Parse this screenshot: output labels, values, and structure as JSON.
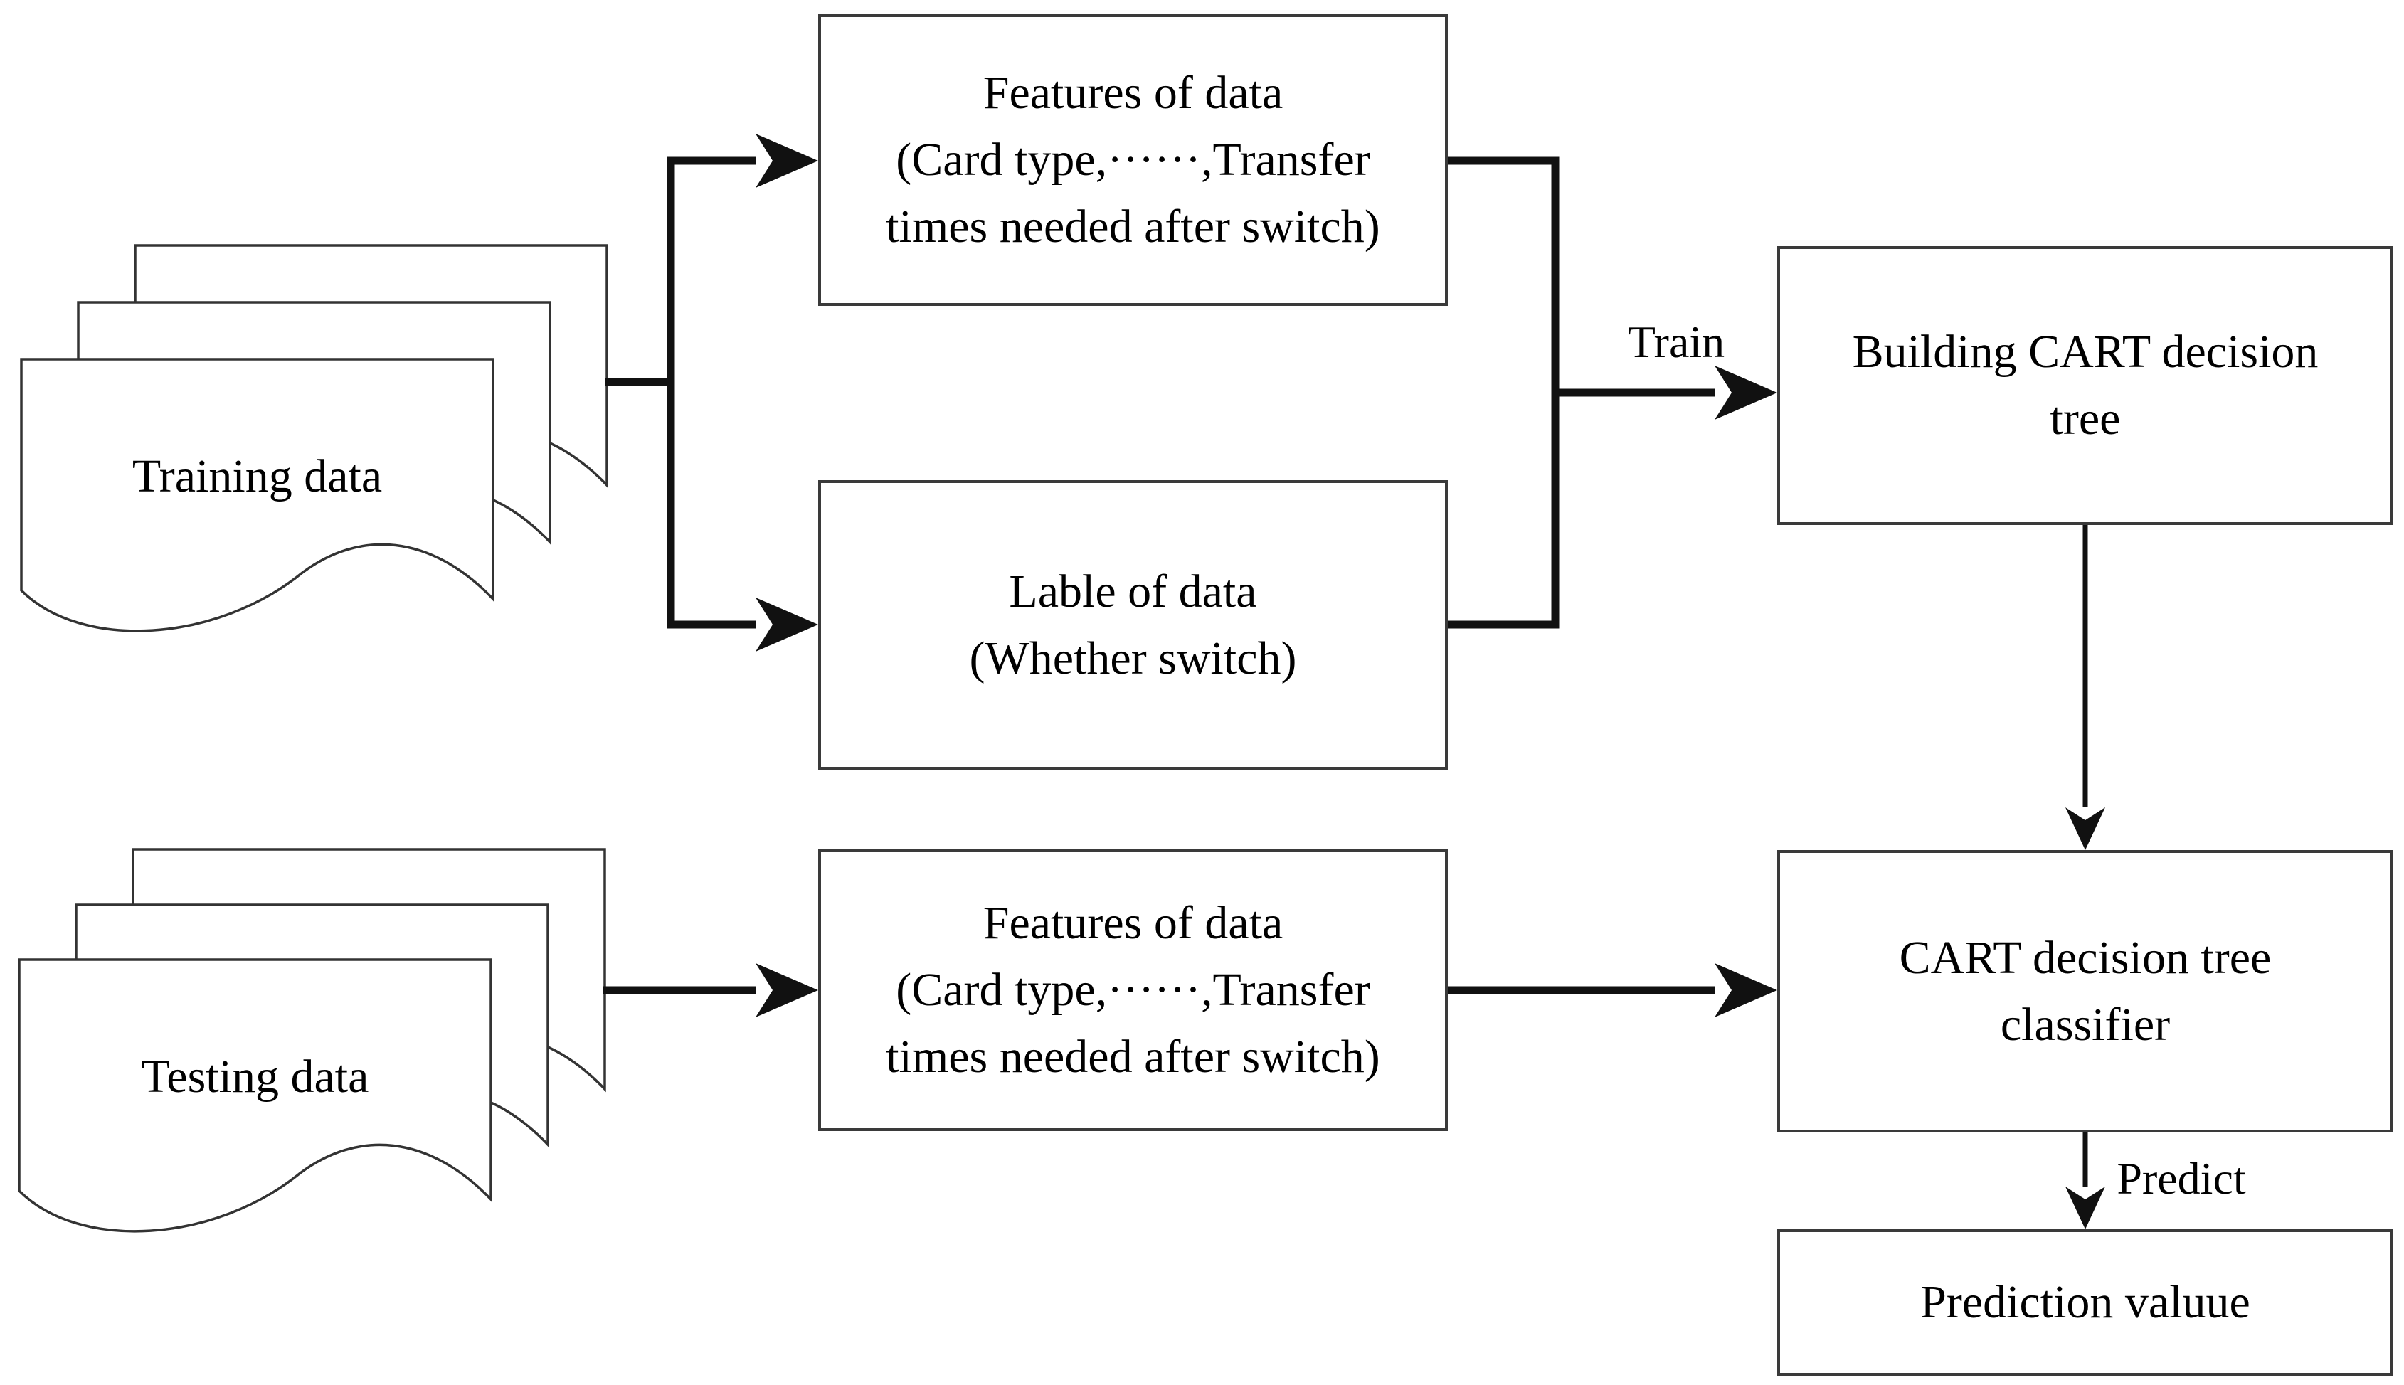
{
  "nodes": {
    "training_data": {
      "label": "Training data"
    },
    "training_features": {
      "lines": [
        "Features of data",
        "(Card type,······,Transfer",
        "times needed after switch)"
      ]
    },
    "data_label": {
      "lines": [
        "Lable of data",
        "(Whether switch)"
      ]
    },
    "building_tree": {
      "lines": [
        "Building CART decision",
        "tree"
      ]
    },
    "testing_data": {
      "label": "Testing data"
    },
    "testing_features": {
      "lines": [
        "Features of data",
        "(Card type,······,Transfer",
        "times needed after switch)"
      ]
    },
    "classifier": {
      "lines": [
        "CART decision tree",
        "classifier"
      ]
    },
    "prediction": {
      "label": "Prediction valuue"
    }
  },
  "edges": {
    "train": "Train",
    "predict": "Predict"
  },
  "colors": {
    "connector": "#111111",
    "box_border": "#3a3a3a",
    "doc_stroke": "#333333",
    "text": "#000000",
    "background": "#ffffff"
  }
}
